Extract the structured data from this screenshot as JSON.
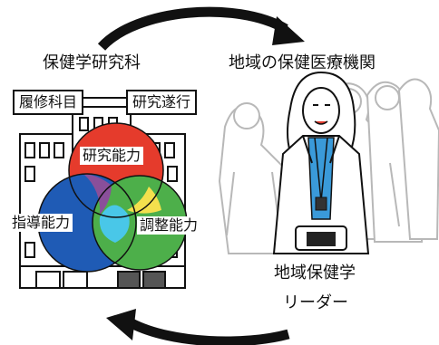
{
  "left": {
    "title": "保健学研究科",
    "box_left": "履修科目",
    "box_right": "研究遂行",
    "circles": {
      "top": "研究能力",
      "left": "指導能力",
      "right": "調整能力"
    }
  },
  "right": {
    "title": "地域の保健医療機関",
    "caption_line1": "地域保健学",
    "caption_line2": "リーダー"
  },
  "colors": {
    "red": "#e53b2c",
    "blue": "#1f5bb5",
    "green": "#4daf4a",
    "yellow": "#f4e04d",
    "purple": "#8a4f9a",
    "cyan": "#49c7e8",
    "shirt": "#3a9ad9",
    "line": "#111111",
    "ghost": "#b8b8b8"
  }
}
